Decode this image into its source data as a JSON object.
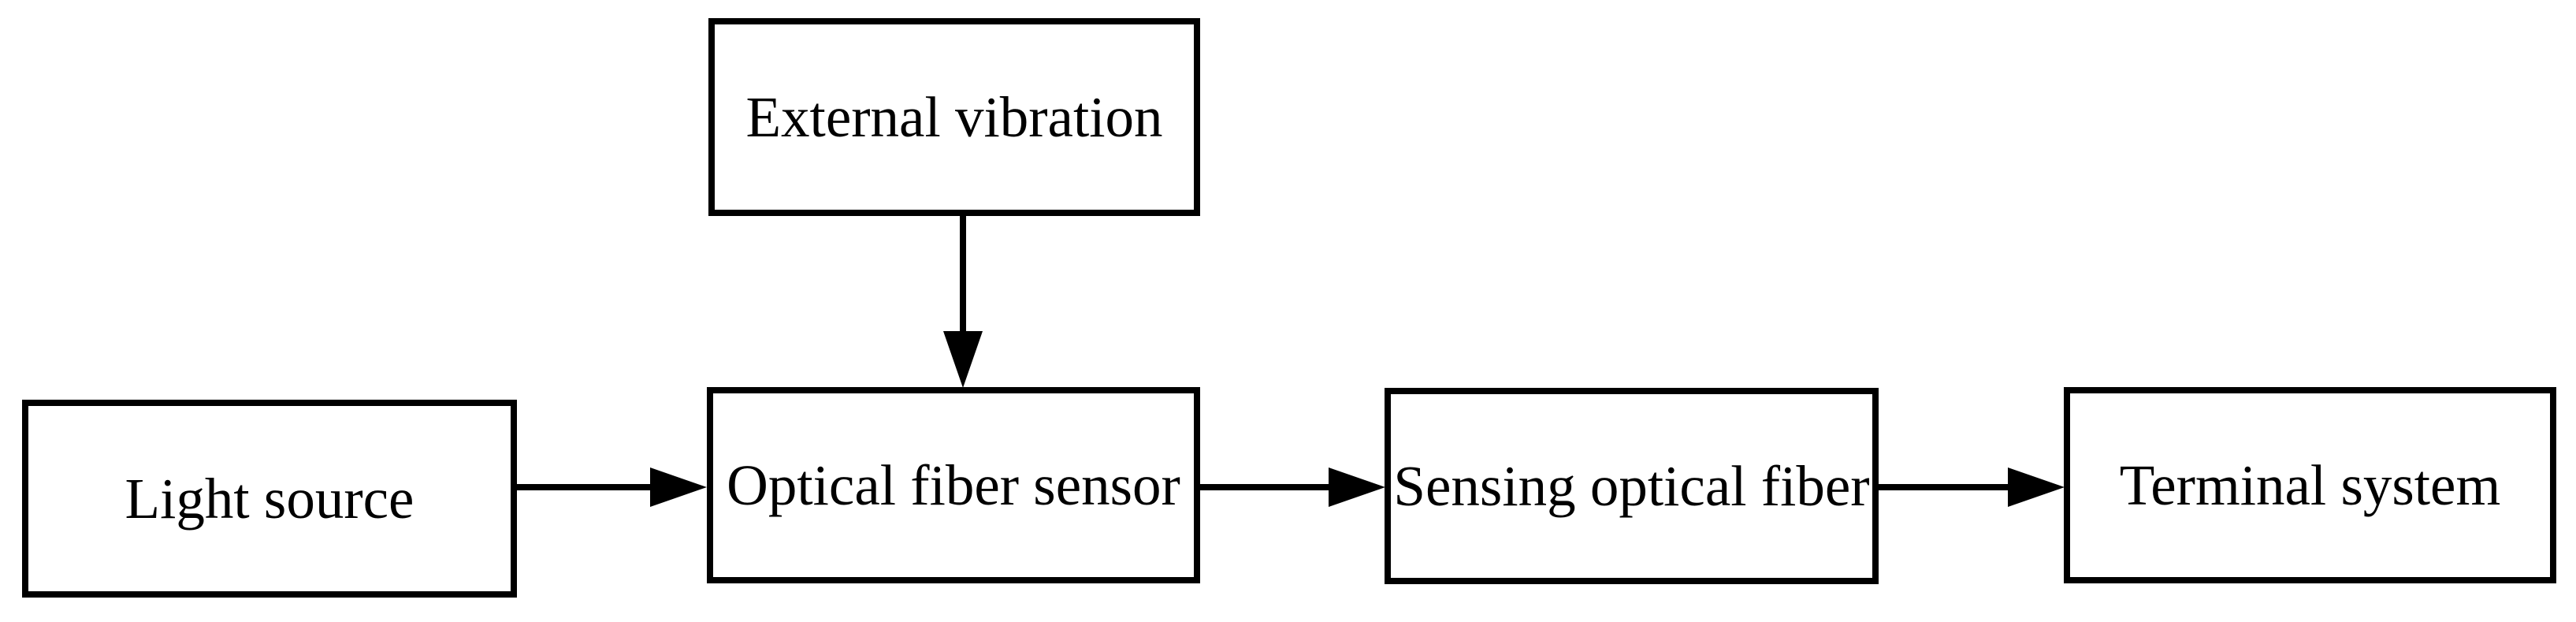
{
  "diagram": {
    "type": "block-flow-diagram",
    "background_color": "#ffffff",
    "line_color": "#000000",
    "text_color": "#000000",
    "nodes": [
      {
        "id": "external-vibration",
        "label": "External vibration"
      },
      {
        "id": "light-source",
        "label": "Light source"
      },
      {
        "id": "optical-fiber-sensor",
        "label": "Optical fiber sensor"
      },
      {
        "id": "sensing-optical-fiber",
        "label": "Sensing optical fiber"
      },
      {
        "id": "terminal-system",
        "label": "Terminal system"
      }
    ],
    "connections": [
      {
        "from": "external-vibration",
        "to": "optical-fiber-sensor",
        "direction": "down"
      },
      {
        "from": "light-source",
        "to": "optical-fiber-sensor",
        "direction": "right"
      },
      {
        "from": "optical-fiber-sensor",
        "to": "sensing-optical-fiber",
        "direction": "right"
      },
      {
        "from": "sensing-optical-fiber",
        "to": "terminal-system",
        "direction": "right"
      }
    ]
  }
}
